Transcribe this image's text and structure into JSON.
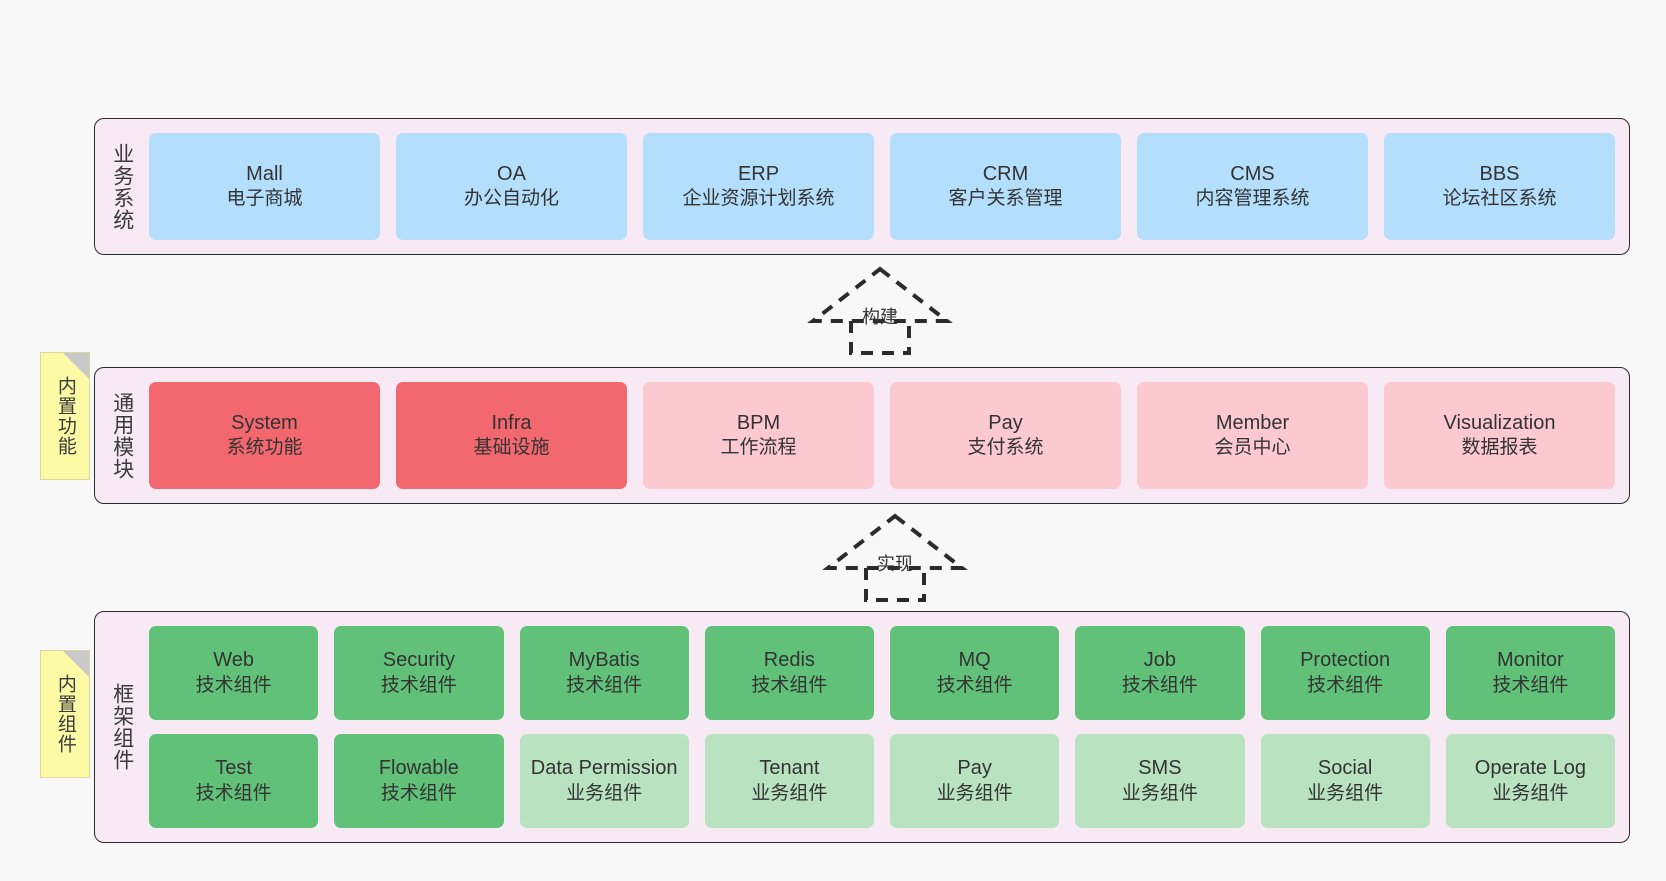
{
  "diagram": {
    "background_color": "#f9f8f8",
    "container_color": "#f7eaf5",
    "note_color": "#fcfaa4"
  },
  "layers": [
    {
      "id": "business-system",
      "label": "业务系统",
      "card_color": "#b3defc",
      "cards": [
        {
          "en": "Mall",
          "cn": "电子商城"
        },
        {
          "en": "OA",
          "cn": "办公自动化"
        },
        {
          "en": "ERP",
          "cn": "企业资源计划系统"
        },
        {
          "en": "CRM",
          "cn": "客户关系管理"
        },
        {
          "en": "CMS",
          "cn": "内容管理系统"
        },
        {
          "en": "BBS",
          "cn": "论坛社区系统"
        }
      ]
    },
    {
      "id": "common-module",
      "label": "通用模块",
      "note": "内置功能",
      "cards": [
        {
          "en": "System",
          "cn": "系统功能",
          "color": "#f3686e"
        },
        {
          "en": "Infra",
          "cn": "基础设施",
          "color": "#f3686e"
        },
        {
          "en": "BPM",
          "cn": "工作流程",
          "color": "#fcc9d1"
        },
        {
          "en": "Pay",
          "cn": "支付系统",
          "color": "#fcc9d1"
        },
        {
          "en": "Member",
          "cn": "会员中心",
          "color": "#fcc9d1"
        },
        {
          "en": "Visualization",
          "cn": "数据报表",
          "color": "#fcc9d1"
        }
      ]
    },
    {
      "id": "framework-component",
      "label": "框架组件",
      "note": "内置组件",
      "rows": [
        [
          {
            "en": "Web",
            "cn": "技术组件",
            "color": "#62c178"
          },
          {
            "en": "Security",
            "cn": "技术组件",
            "color": "#62c178"
          },
          {
            "en": "MyBatis",
            "cn": "技术组件",
            "color": "#62c178"
          },
          {
            "en": "Redis",
            "cn": "技术组件",
            "color": "#62c178"
          },
          {
            "en": "MQ",
            "cn": "技术组件",
            "color": "#62c178"
          },
          {
            "en": "Job",
            "cn": "技术组件",
            "color": "#62c178"
          },
          {
            "en": "Protection",
            "cn": "技术组件",
            "color": "#62c178"
          },
          {
            "en": "Monitor",
            "cn": "技术组件",
            "color": "#62c178"
          }
        ],
        [
          {
            "en": "Test",
            "cn": "技术组件",
            "color": "#62c178"
          },
          {
            "en": "Flowable",
            "cn": "技术组件",
            "color": "#62c178"
          },
          {
            "en": "Data Permission",
            "cn": "业务组件",
            "color": "#b9e3c0"
          },
          {
            "en": "Tenant",
            "cn": "业务组件",
            "color": "#b9e3c0"
          },
          {
            "en": "Pay",
            "cn": "业务组件",
            "color": "#b9e3c0"
          },
          {
            "en": "SMS",
            "cn": "业务组件",
            "color": "#b9e3c0"
          },
          {
            "en": "Social",
            "cn": "业务组件",
            "color": "#b9e3c0"
          },
          {
            "en": "Operate Log",
            "cn": "业务组件",
            "color": "#b9e3c0"
          }
        ]
      ]
    }
  ],
  "connectors": [
    {
      "id": "build",
      "label": "构建"
    },
    {
      "id": "implement",
      "label": "实现"
    }
  ]
}
